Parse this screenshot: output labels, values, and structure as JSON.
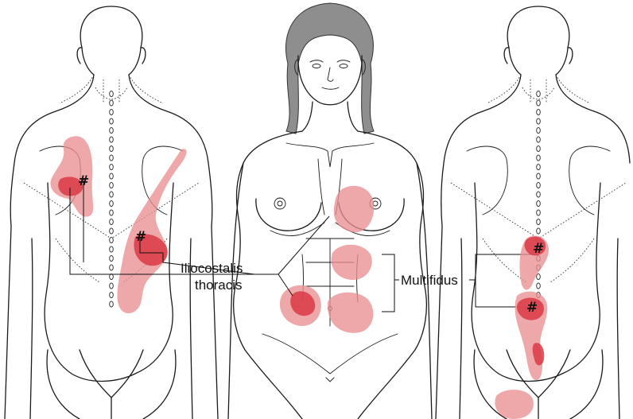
{
  "labels": {
    "iliocostalis_line1": "Iliocostalis",
    "iliocostalis_line2": "thoracis",
    "multifidus": "Multifidus"
  },
  "trigger_point_symbol": "#",
  "colors": {
    "referred_pain_zone": "#e98f92",
    "essential_pain_zone": "#d93a45",
    "outline": "#1a1a1a",
    "hair": "#8e8e8e"
  },
  "figures": [
    {
      "view": "back",
      "muscle": "iliocostalis thoracis"
    },
    {
      "view": "front",
      "muscle": "iliocostalis thoracis / multifidus"
    },
    {
      "view": "back",
      "muscle": "multifidus"
    }
  ]
}
